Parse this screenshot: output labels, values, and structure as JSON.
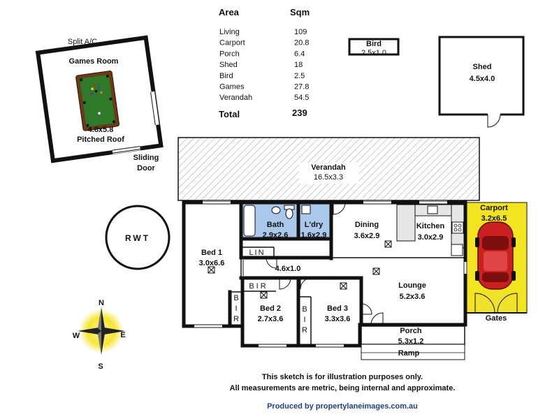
{
  "area_table": {
    "header_area": "Area",
    "header_sqm": "Sqm",
    "rows": [
      {
        "name": "Living",
        "sqm": "109"
      },
      {
        "name": "Carport",
        "sqm": "20.8"
      },
      {
        "name": "Porch",
        "sqm": "6.4"
      },
      {
        "name": "Shed",
        "sqm": "18"
      },
      {
        "name": "Bird",
        "sqm": "2.5"
      },
      {
        "name": "Games",
        "sqm": "27.8"
      },
      {
        "name": "Verandah",
        "sqm": "54.5"
      }
    ],
    "total_label": "Total",
    "total_value": "239"
  },
  "games_room": {
    "title": "Games Room",
    "split_ac": "Split A/C",
    "size": "4.8x5.8",
    "roof": "Pitched Roof",
    "door_line1": "Sliding",
    "door_line2": "Door"
  },
  "bird": {
    "name": "Bird",
    "size": "2.5x1.0"
  },
  "shed": {
    "name": "Shed",
    "size": "4.5x4.0"
  },
  "rwt": "RWT",
  "verandah": {
    "name": "Verandah",
    "size": "16.5x3.3"
  },
  "rooms": {
    "bath": {
      "name": "Bath",
      "size": "2.9x2.6"
    },
    "laundry": {
      "name": "L'dry",
      "size": "1.6x2.9"
    },
    "dining": {
      "name": "Dining",
      "size": "3.6x2.9"
    },
    "kitchen": {
      "name": "Kitchen",
      "size": "3.0x2.9"
    },
    "carport": {
      "name": "Carport",
      "size": "3.2x6.5"
    },
    "bed1": {
      "name": "Bed 1",
      "size": "3.0x6.6"
    },
    "lin": "LIN",
    "hall": {
      "size": "4.6x1.0"
    },
    "bir_top": "BIR",
    "bir_v1": [
      "B",
      "I",
      "R"
    ],
    "bir_v2": [
      "B",
      "I",
      "R"
    ],
    "bed2": {
      "name": "Bed 2",
      "size": "2.7x3.6"
    },
    "bed3": {
      "name": "Bed 3",
      "size": "3.3x3.6"
    },
    "lounge": {
      "name": "Lounge",
      "size": "5.2x3.6"
    },
    "porch": {
      "name": "Porch",
      "size": "5.3x1.2"
    },
    "ramp": "Ramp",
    "gates": "Gates"
  },
  "compass": {
    "n": "N",
    "s": "S",
    "e": "E",
    "w": "W"
  },
  "notes": {
    "line1": "This sketch is for illustration purposes only.",
    "line2": "All measurements are metric, being internal and approximate.",
    "credit": "Produced by propertylaneimages.com.au"
  },
  "colors": {
    "wet_area": "#a9c8ea",
    "carport_fill": "#f2e421",
    "car": "#cc1f1f",
    "table_felt": "#2e7a2a",
    "wall": "#111111"
  }
}
